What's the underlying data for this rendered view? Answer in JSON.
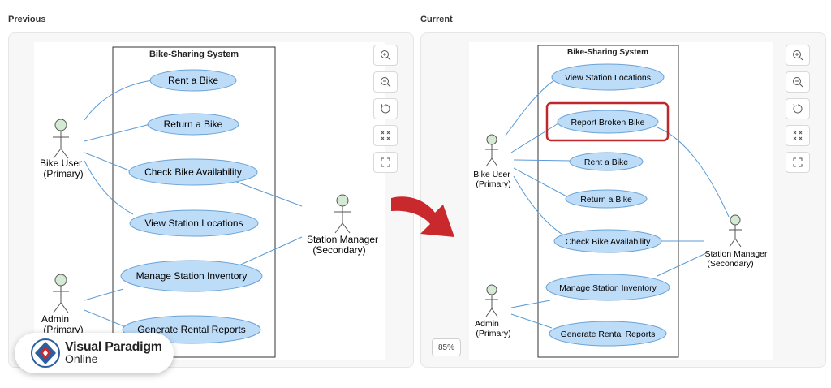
{
  "labels": {
    "previous": "Previous",
    "current": "Current"
  },
  "colors": {
    "ellipse_fill": "#bddcf8",
    "ellipse_stroke": "#6aa3d8",
    "line": "#5b9bd5",
    "actor_head": "#d5ead5",
    "highlight": "#c0272d",
    "arrow": "#c9282d"
  },
  "previous": {
    "system_title": "Bike-Sharing System",
    "use_cases": [
      "Rent a Bike",
      "Return a Bike",
      "Check Bike Availability",
      "View Station Locations",
      "Manage Station Inventory",
      "Generate Rental Reports"
    ],
    "actors": [
      {
        "line1": "Bike User",
        "line2": "(Primary)"
      },
      {
        "line1": "Admin",
        "line2": "(Primary)"
      },
      {
        "line1": "Station Manager",
        "line2": "(Secondary)"
      }
    ]
  },
  "current": {
    "system_title": "Bike-Sharing System",
    "use_cases": [
      "View Station Locations",
      "Report Broken Bike",
      "Rent a Bike",
      "Return a Bike",
      "Check Bike Availability",
      "Manage Station Inventory",
      "Generate Rental Reports"
    ],
    "actors": [
      {
        "line1": "Bike User",
        "line2": "(Primary)"
      },
      {
        "line1": "Admin",
        "line2": "(Primary)"
      },
      {
        "line1": "Station Manager",
        "line2": "(Secondary)"
      }
    ],
    "zoom": "85%"
  },
  "toolbar_icons": [
    "zoom-in-icon",
    "zoom-out-icon",
    "reset-icon",
    "fit-icon",
    "fullscreen-icon"
  ],
  "logo": {
    "line1": "Visual Paradigm",
    "line2": "Online"
  }
}
